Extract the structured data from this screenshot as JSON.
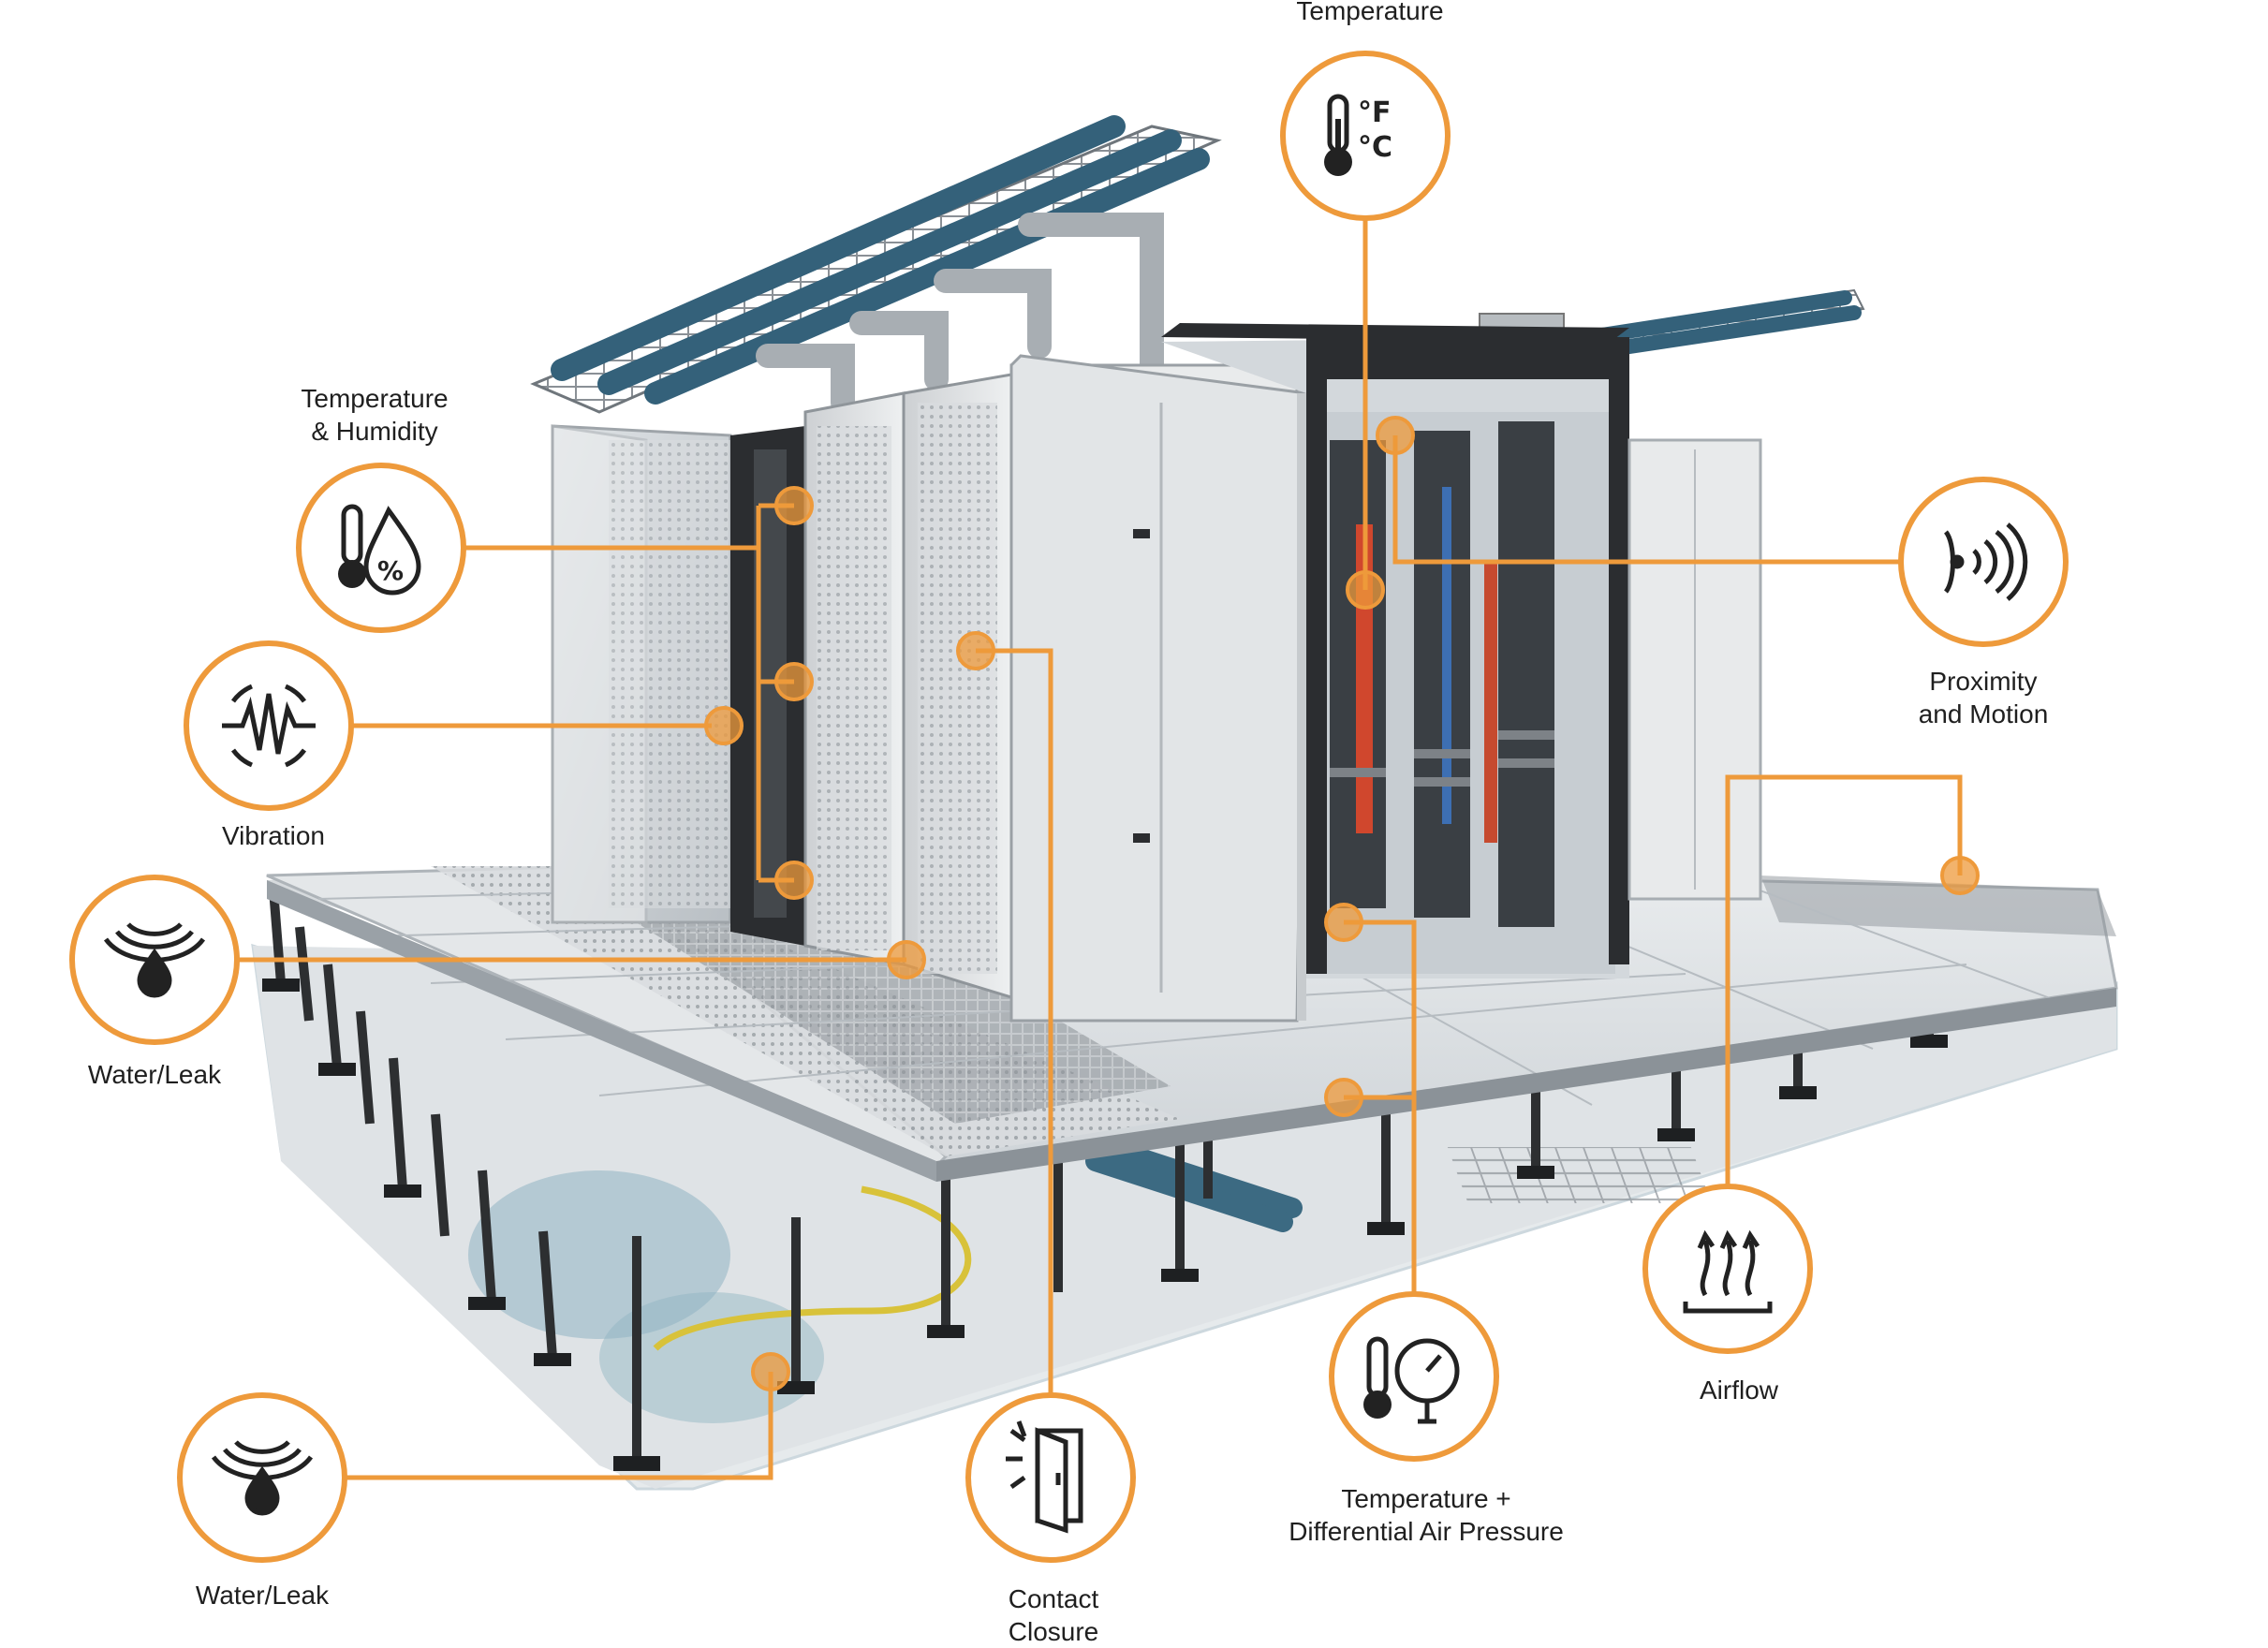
{
  "accent_color": "#EE9A3B",
  "sensors": [
    {
      "id": "temperature-top",
      "icon": "thermometer-fahrenheit-celsius-icon",
      "lines": [
        "Temperature"
      ]
    },
    {
      "id": "temperature-humidity",
      "icon": "thermometer-humidity-icon",
      "lines": [
        "Temperature",
        "& Humidity"
      ]
    },
    {
      "id": "vibration",
      "icon": "vibration-icon",
      "lines": [
        "Vibration"
      ]
    },
    {
      "id": "water-leak-upper",
      "icon": "water-leak-icon",
      "lines": [
        "Water/Leak"
      ]
    },
    {
      "id": "water-leak-lower",
      "icon": "water-leak-icon",
      "lines": [
        "Water/Leak"
      ]
    },
    {
      "id": "contact-closure",
      "icon": "door-contact-icon",
      "lines": [
        "Contact",
        "Closure"
      ]
    },
    {
      "id": "temperature-air-pressure",
      "icon": "thermometer-pressure-gauge-icon",
      "lines": [
        "Temperature +",
        "Differential Air Pressure"
      ]
    },
    {
      "id": "airflow",
      "icon": "airflow-icon",
      "lines": [
        "Airflow"
      ]
    },
    {
      "id": "proximity-motion",
      "icon": "proximity-motion-icon",
      "lines": [
        "Proximity",
        "and Motion"
      ]
    }
  ]
}
